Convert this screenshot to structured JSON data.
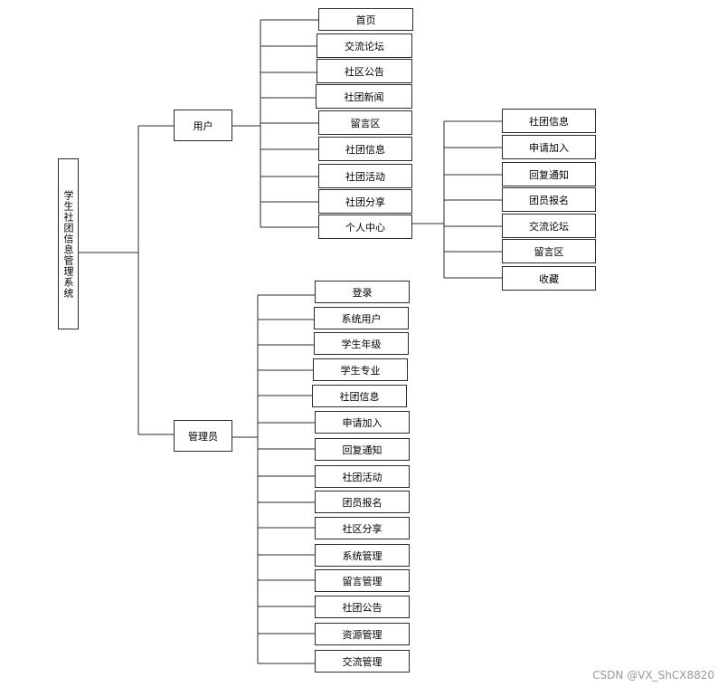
{
  "root": {
    "label": "学生社团信息管理系统"
  },
  "branches": {
    "user": {
      "label": "用户",
      "items": [
        "首页",
        "交流论坛",
        "社区公告",
        "社团新闻",
        "留言区",
        "社团信息",
        "社团活动",
        "社团分享",
        "个人中心"
      ]
    },
    "personal_center": {
      "items": [
        "社团信息",
        "申请加入",
        "回复通知",
        "团员报名",
        "交流论坛",
        "留言区",
        "收藏"
      ]
    },
    "admin": {
      "label": "管理员",
      "items": [
        "登录",
        "系统用户",
        "学生年级",
        "学生专业",
        "社团信息",
        "申请加入",
        "回复通知",
        "社团活动",
        "团员报名",
        "社区分享",
        "系统管理",
        "留言管理",
        "社团公告",
        "资源管理",
        "交流管理"
      ]
    }
  },
  "watermark": "CSDN @VX_ShCX8820"
}
